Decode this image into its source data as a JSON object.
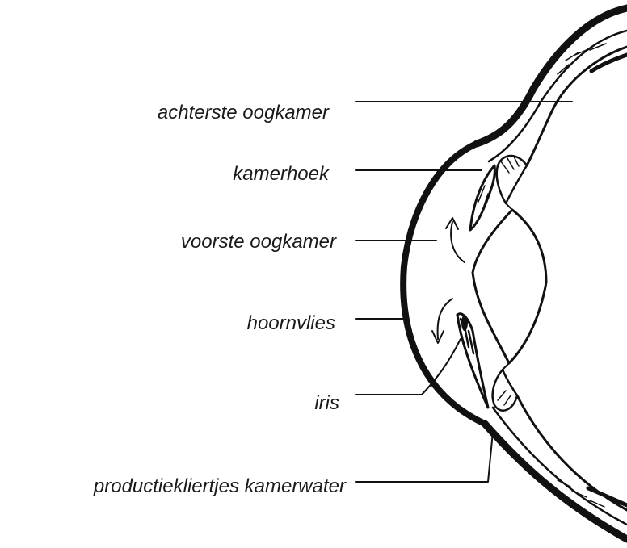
{
  "labels": [
    "achterste oogkamer",
    "kamerhoek",
    "voorste oogkamer",
    "hoornvlies",
    "iris",
    "productiekliertjes kamerwater"
  ],
  "colors": {
    "ink": "#111111",
    "label_text": "#1a1a1a",
    "background": "#ffffff"
  }
}
